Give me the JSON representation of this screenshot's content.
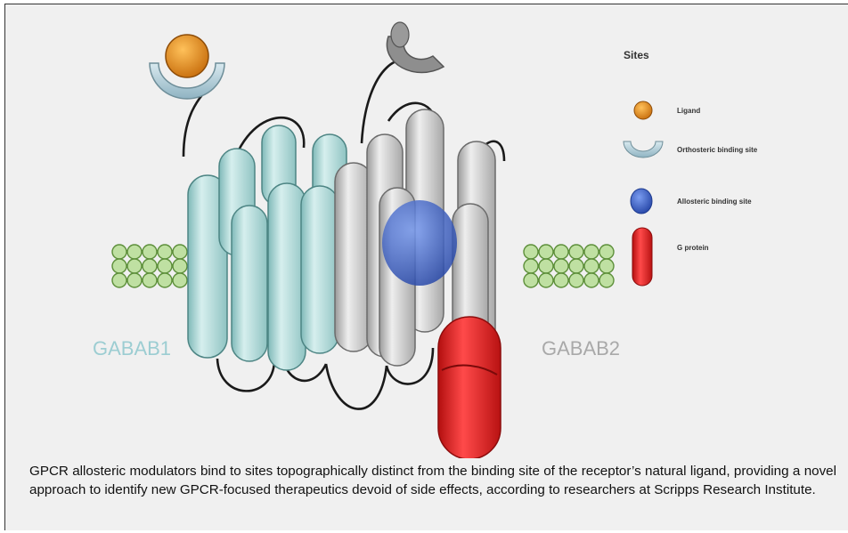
{
  "diagram": {
    "left_receptor_label": "GABAB1",
    "right_receptor_label": "GABAB2",
    "legend": {
      "title": "Sites",
      "items": [
        {
          "icon": "agonist-ligand-icon",
          "label": "Ligand"
        },
        {
          "icon": "orthosteric-binding-site-icon",
          "label": "Orthosteric binding site"
        },
        {
          "icon": "allosteric-binding-site-icon",
          "label": "Allosteric binding site"
        },
        {
          "icon": "g-protein-icon",
          "label": "G protein"
        }
      ]
    },
    "colors": {
      "gaba_b1_helix": "#a9d3d2",
      "gaba_b2_helix": "#c7c7c7",
      "agonist": "#e08a1e",
      "antagonist": "#7f7f7f",
      "allosteric": "#3a5fcc",
      "g_protein": "#d81e1e",
      "membrane": "#9fcf76"
    }
  },
  "caption": "GPCR allosteric modulators bind to sites topographically distinct from the binding site of the receptor’s natural ligand, providing a novel approach to identify new GPCR-focused therapeutics devoid of side effects, according to researchers at Scripps Research Institute."
}
